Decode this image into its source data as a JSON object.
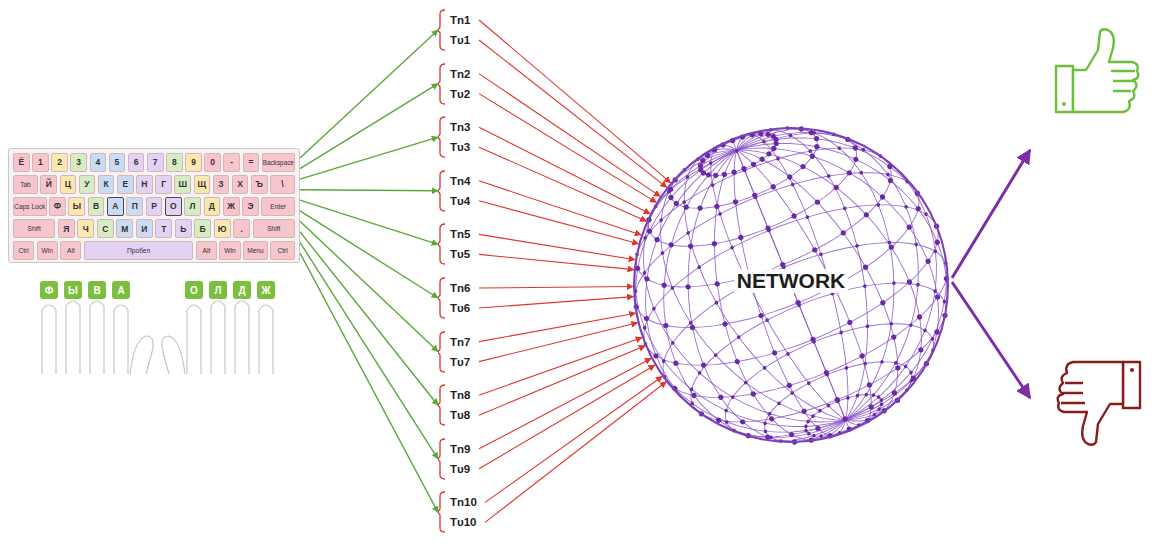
{
  "diagram": {
    "nodes": [
      {
        "text": [
          "Ё",
          "1",
          "2",
          "3",
          "4",
          "5",
          "6",
          "7",
          "8",
          "9",
          "0",
          "-",
          "=",
          "Backspace",
          "Tab",
          "Й",
          "Ц",
          "У",
          "К",
          "Е",
          "Н",
          "Г",
          "Ш",
          "Щ",
          "З",
          "Х",
          "Ъ",
          "\\",
          "Caps Lock",
          "Ф",
          "Ы",
          "В",
          "А",
          "П",
          "Р",
          "О",
          "Л",
          "Д",
          "Ж",
          "Э",
          "Enter",
          "Shift",
          "Я",
          "Ч",
          "С",
          "М",
          "И",
          "Т",
          "Ь",
          "Б",
          "Ю",
          ".",
          "Shift",
          "Ctrl",
          "Win",
          "Alt",
          "Пробел",
          "Alt",
          "Win",
          "Menu",
          "Ctrl"
        ]
      },
      {
        "text": [
          "Tn1",
          "Tυ1"
        ]
      },
      {
        "text": [
          "Tn2",
          "Tυ2"
        ]
      },
      {
        "text": [
          "Tn3",
          "Tυ3"
        ]
      },
      {
        "text": [
          "Tn4",
          "Tυ4"
        ]
      },
      {
        "text": [
          "Tn5",
          "Tυ5"
        ]
      },
      {
        "text": [
          "Tn6",
          "Tυ6"
        ]
      },
      {
        "text": [
          "Tn7",
          "Tυ7"
        ]
      },
      {
        "text": [
          "Tn8",
          "Tυ8"
        ]
      },
      {
        "text": [
          "Tn9",
          "Tυ9"
        ]
      },
      {
        "text": [
          "Tn10",
          "Tυ10"
        ]
      },
      {
        "text": [
          "NETWORK"
        ]
      }
    ],
    "edges": [
      {
        "from": 0,
        "to": 1,
        "arrow": "to"
      },
      {
        "from": 0,
        "to": 2,
        "arrow": "to"
      },
      {
        "from": 0,
        "to": 3,
        "arrow": "to"
      },
      {
        "from": 0,
        "to": 4,
        "arrow": "to"
      },
      {
        "from": 0,
        "to": 5,
        "arrow": "to"
      },
      {
        "from": 0,
        "to": 6,
        "arrow": "to"
      },
      {
        "from": 0,
        "to": 7,
        "arrow": "to"
      },
      {
        "from": 0,
        "to": 8,
        "arrow": "to"
      },
      {
        "from": 0,
        "to": 9,
        "arrow": "to"
      },
      {
        "from": 0,
        "to": 10,
        "arrow": "to"
      },
      {
        "from": 1,
        "to": 11,
        "arrow": "to"
      },
      {
        "from": 1,
        "to": 11,
        "arrow": "to"
      },
      {
        "from": 2,
        "to": 11,
        "arrow": "to"
      },
      {
        "from": 2,
        "to": 11,
        "arrow": "to"
      },
      {
        "from": 3,
        "to": 11,
        "arrow": "to"
      },
      {
        "from": 3,
        "to": 11,
        "arrow": "to"
      },
      {
        "from": 4,
        "to": 11,
        "arrow": "to"
      },
      {
        "from": 4,
        "to": 11,
        "arrow": "to"
      },
      {
        "from": 5,
        "to": 11,
        "arrow": "to"
      },
      {
        "from": 5,
        "to": 11,
        "arrow": "to"
      },
      {
        "from": 6,
        "to": 11,
        "arrow": "to"
      },
      {
        "from": 6,
        "to": 11,
        "arrow": "to"
      },
      {
        "from": 7,
        "to": 11,
        "arrow": "to"
      },
      {
        "from": 7,
        "to": 11,
        "arrow": "to"
      },
      {
        "from": 8,
        "to": 11,
        "arrow": "to"
      },
      {
        "from": 8,
        "to": 11,
        "arrow": "to"
      },
      {
        "from": 9,
        "to": 11,
        "arrow": "to"
      },
      {
        "from": 9,
        "to": 11,
        "arrow": "to"
      },
      {
        "from": 10,
        "to": 11,
        "arrow": "to"
      },
      {
        "from": 10,
        "to": 11,
        "arrow": "to"
      }
    ],
    "labels": [
      "Ф",
      "Ы",
      "В",
      "А",
      "О",
      "Л",
      "Д",
      "Ж"
    ]
  }
}
